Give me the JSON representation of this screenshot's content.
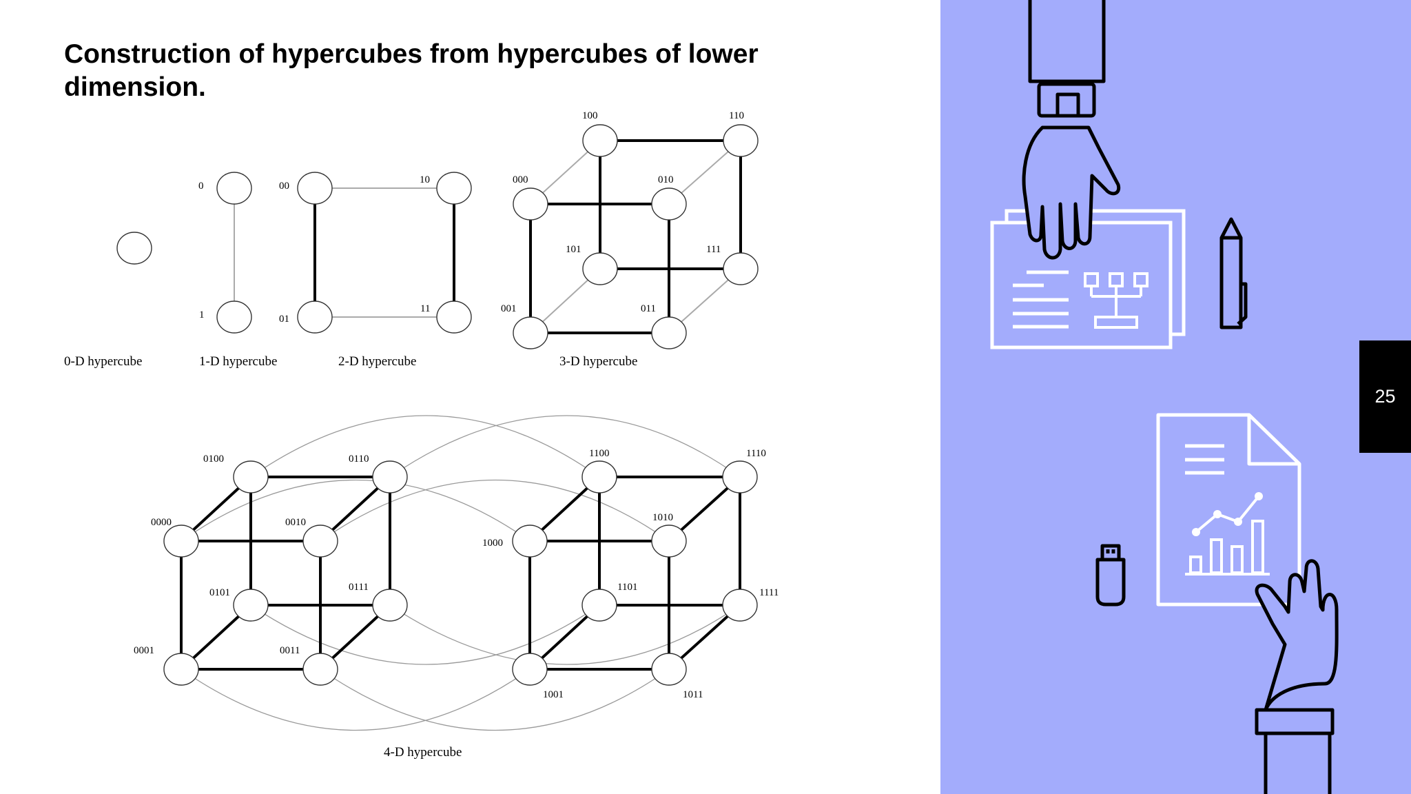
{
  "title": "Construction of hypercubes from hypercubes of lower dimension.",
  "page_number": "25",
  "colors": {
    "panel": "#a3acfc",
    "badge": "#000000",
    "background": "#ffffff"
  },
  "captions": {
    "d0": "0-D hypercube",
    "d1": "1-D hypercube",
    "d2": "2-D hypercube",
    "d3": "3-D hypercube",
    "d4": "4-D hypercube"
  },
  "labels": {
    "d1": [
      "0",
      "1"
    ],
    "d2": [
      "00",
      "10",
      "01",
      "11"
    ],
    "d3": [
      "100",
      "110",
      "000",
      "010",
      "101",
      "111",
      "001",
      "011"
    ],
    "d4": [
      "0100",
      "0110",
      "1100",
      "1110",
      "0000",
      "0010",
      "1010",
      "1000",
      "0101",
      "0111",
      "1101",
      "1111",
      "0001",
      "0011",
      "1001",
      "1011"
    ]
  },
  "illustration": {
    "icons": [
      "hand-icon",
      "folder-icon",
      "org-chart-icon",
      "pen-icon",
      "document-icon",
      "line-chart-icon",
      "bar-chart-icon",
      "usb-drive-icon"
    ]
  }
}
